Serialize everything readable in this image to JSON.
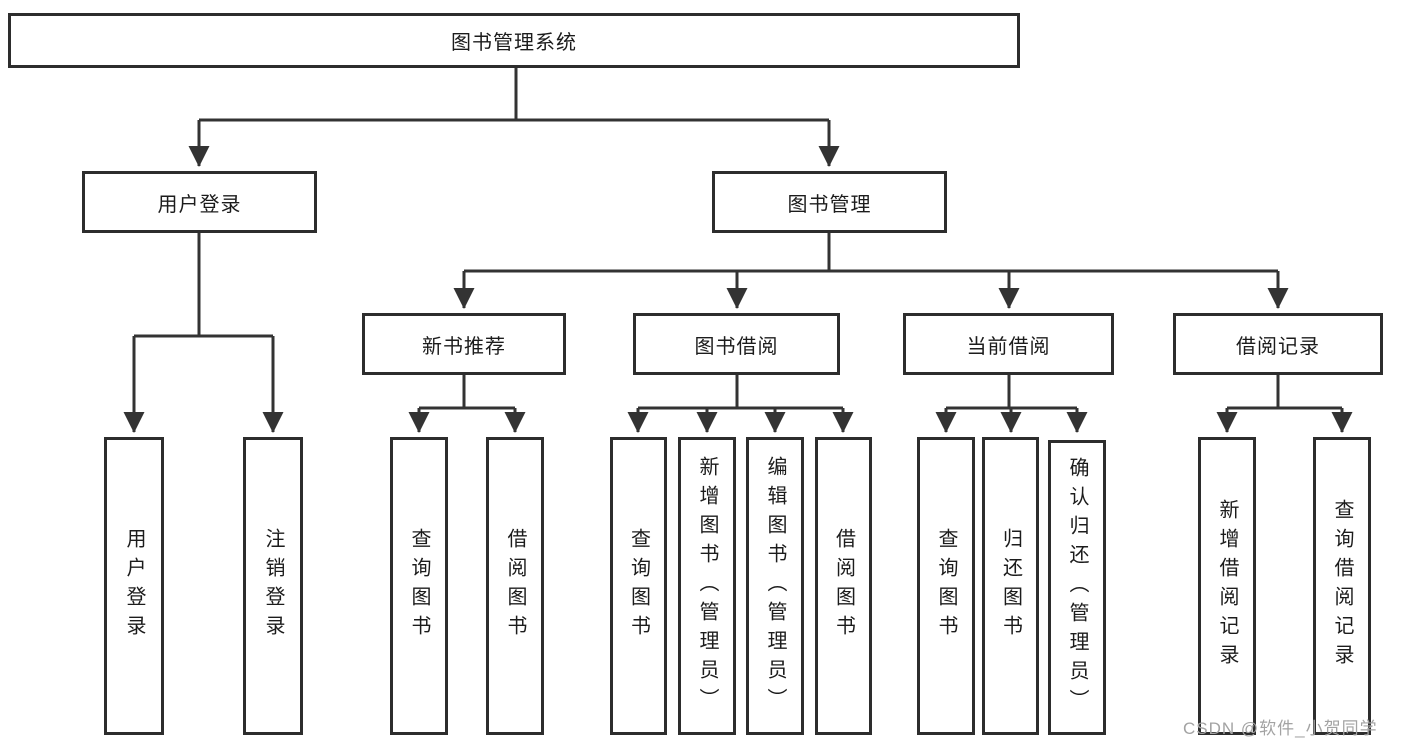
{
  "tree": {
    "root": {
      "label": "图书管理系统"
    },
    "branches": [
      {
        "label": "用户登录",
        "leaves": [
          "用户登录",
          "注销登录"
        ]
      },
      {
        "label": "图书管理",
        "sections": [
          {
            "label": "新书推荐",
            "leaves": [
              "查询图书",
              "借阅图书"
            ]
          },
          {
            "label": "图书借阅",
            "leaves": [
              "查询图书",
              "新增图书（管理员）",
              "编辑图书（管理员）",
              "借阅图书"
            ]
          },
          {
            "label": "当前借阅",
            "leaves": [
              "查询图书",
              "归还图书",
              "确认归还（管理员）"
            ]
          },
          {
            "label": "借阅记录",
            "leaves": [
              "新增借阅记录",
              "查询借阅记录"
            ]
          }
        ]
      }
    ]
  },
  "watermark": {
    "text": "CSDN @软件_小贺同学"
  },
  "colors": {
    "line": "#333333",
    "box_border": "#2d2d2d",
    "text": "#1c1c1c",
    "watermark": "#a3a3a3",
    "background": "#ffffff"
  }
}
